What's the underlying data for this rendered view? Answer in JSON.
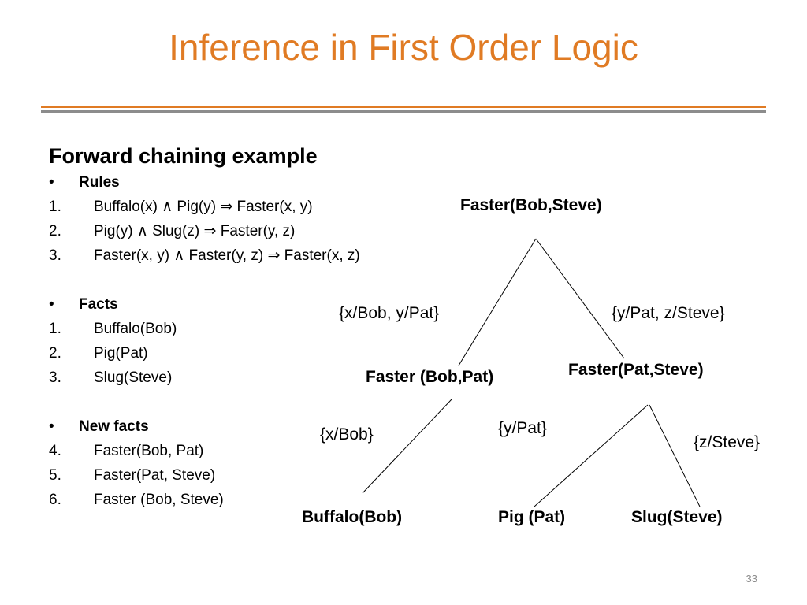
{
  "slide": {
    "title": "Inference in First Order Logic",
    "heading": "Forward chaining example",
    "page_number": "33"
  },
  "rules": {
    "bullet": "•",
    "label": "Rules",
    "items": [
      {
        "num": "1.",
        "text": "Buffalo(x) ∧ Pig(y) ⇒ Faster(x, y)"
      },
      {
        "num": "2.",
        "text": "Pig(y) ∧ Slug(z) ⇒ Faster(y, z)"
      },
      {
        "num": "3.",
        "text": "Faster(x, y) ∧ Faster(y, z) ⇒ Faster(x, z)"
      }
    ]
  },
  "facts": {
    "bullet": "•",
    "label": "Facts",
    "items": [
      {
        "num": "1.",
        "text": "Buffalo(Bob)"
      },
      {
        "num": "2.",
        "text": "Pig(Pat)"
      },
      {
        "num": "3.",
        "text": "Slug(Steve)"
      }
    ]
  },
  "new_facts": {
    "bullet": "•",
    "label": "New facts",
    "items": [
      {
        "num": "4.",
        "text": "Faster(Bob, Pat)"
      },
      {
        "num": "5.",
        "text": "Faster(Pat, Steve)"
      },
      {
        "num": "6.",
        "text": "Faster (Bob, Steve)"
      }
    ]
  },
  "tree": {
    "root": "Faster(Bob,Steve)",
    "mid_left": "Faster (Bob,Pat)",
    "mid_right": "Faster(Pat,Steve)",
    "leaf_left": "Buffalo(Bob)",
    "leaf_mid": "Pig (Pat)",
    "leaf_right": "Slug(Steve)",
    "sub_root_left": "{x/Bob, y/Pat}",
    "sub_root_right": "{y/Pat, z/Steve}",
    "sub_mid_left": "{x/Bob}",
    "sub_mid_center": "{y/Pat}",
    "sub_mid_right": "{z/Steve}"
  },
  "colors": {
    "accent": "#e07b24",
    "rule_gray": "#8c8c8c",
    "text": "#000000"
  }
}
